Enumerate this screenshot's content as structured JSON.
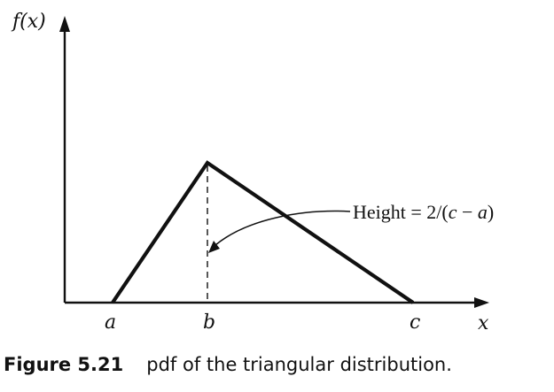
{
  "figure": {
    "y_axis_label": "f(x)",
    "x_axis_label": "x",
    "ticks": {
      "a": "a",
      "b": "b",
      "c": "c"
    },
    "annotation": {
      "prefix": "Height = 2/(",
      "var_c": "c",
      "minus": " − ",
      "var_a": "a",
      "suffix": ")"
    }
  },
  "caption": {
    "label": "Figure 5.21",
    "text": "pdf of the triangular distribution."
  }
}
